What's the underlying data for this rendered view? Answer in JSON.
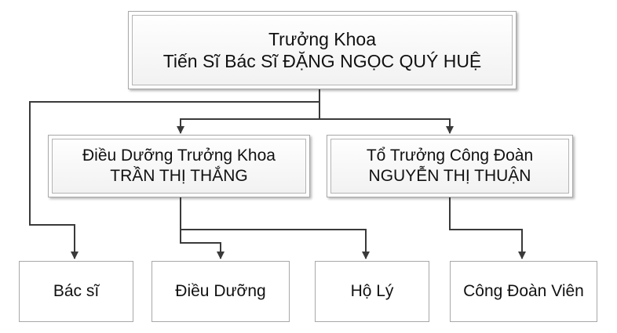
{
  "colors": {
    "line": "#3a3a3a",
    "border": "#a8a8a8",
    "text": "#111111"
  },
  "nodes": {
    "head": {
      "line1": "Trưởng Khoa",
      "line2": "Tiến Sĩ Bác Sĩ ĐẶNG NGỌC QUÝ HUỆ"
    },
    "nurse_head": {
      "line1": "Điều Dưỡng Trưởng Khoa",
      "line2": "TRẦN THỊ THẮNG"
    },
    "union_head": {
      "line1": "Tổ Trưởng Công Đoàn",
      "line2": "NGUYỄN THỊ THUẬN"
    },
    "doctor": {
      "label": "Bác sĩ"
    },
    "nurse": {
      "label": "Điều Dưỡng"
    },
    "orderly": {
      "label": "Hộ Lý"
    },
    "union_member": {
      "label": "Công Đoàn Viên"
    }
  }
}
